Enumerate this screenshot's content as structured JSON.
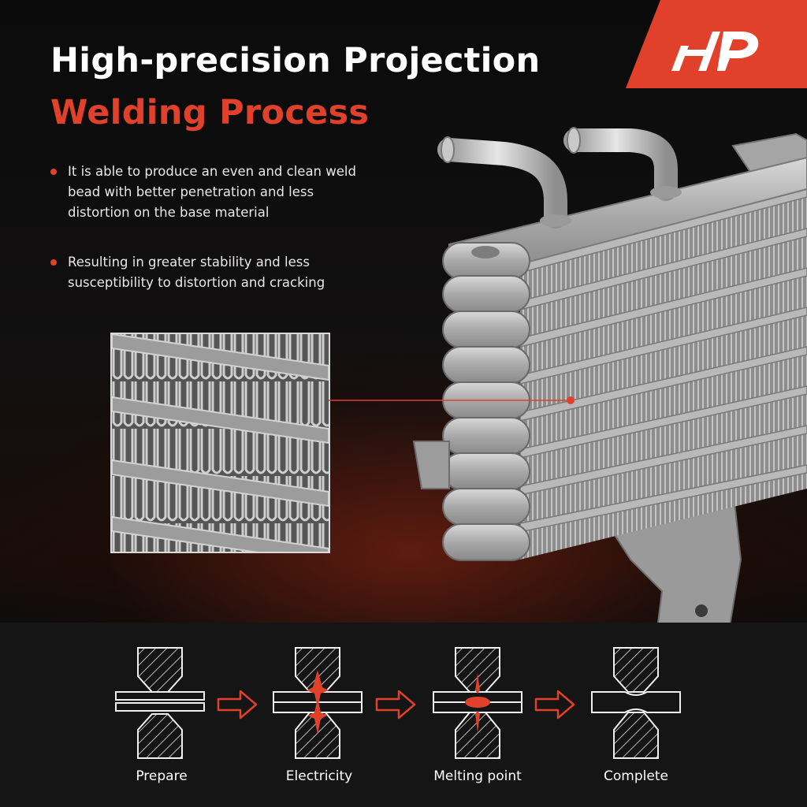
{
  "title": {
    "line1": "High-precision Projection",
    "line2": "Welding Process"
  },
  "bullets": [
    "It is able to produce an even and clean weld bead with better penetration and less distortion on the base material",
    "Resulting in greater stability and less susceptibility to distortion and cracking"
  ],
  "steps": [
    {
      "label": "Prepare"
    },
    {
      "label": "Electricity"
    },
    {
      "label": "Melting point"
    },
    {
      "label": "Complete"
    }
  ],
  "icons": {
    "logo": "brand-logo-icon",
    "bullet": "bullet-dot-icon",
    "arrow": "arrow-right-icon"
  },
  "colors": {
    "accent": "#e1412b",
    "background": "#0d0d0d",
    "text": "#ffffff"
  }
}
